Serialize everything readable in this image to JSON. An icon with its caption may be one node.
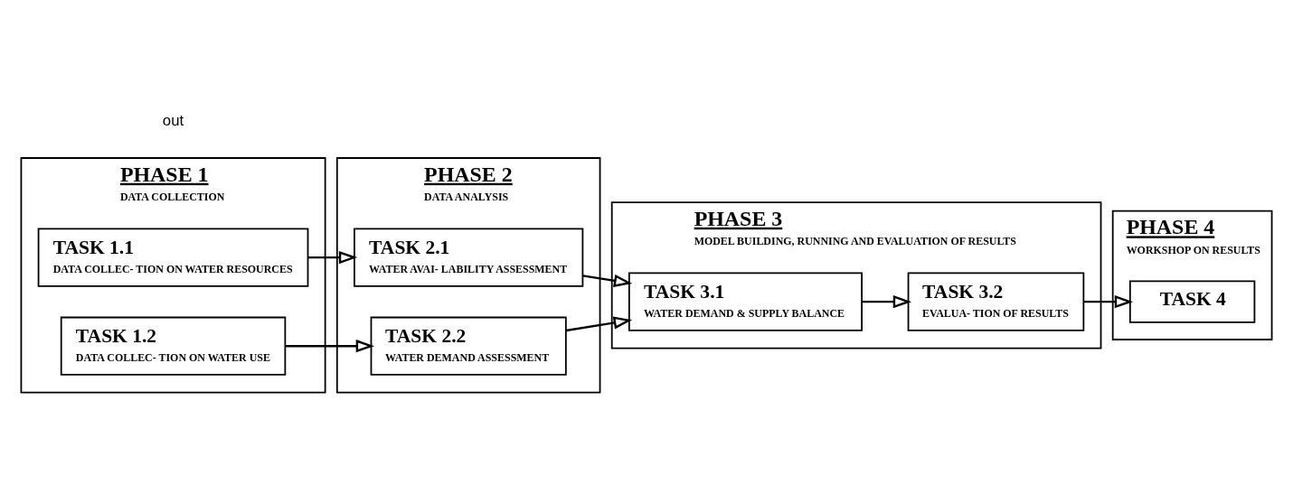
{
  "diagram": {
    "nodes": [
      {
        "text": [
          "PHASE 1",
          "DATA COLLECTION"
        ]
      },
      {
        "text": [
          "TASK 1.1",
          "DATA COLLEC- TION ON WATER RESOURCES"
        ],
        "in": 0
      },
      {
        "text": [
          "TASK 1.2",
          "DATA COLLEC- TION ON WATER USE"
        ],
        "in": 0
      },
      {
        "text": [
          "PHASE 2",
          "DATA ANALYSIS"
        ]
      },
      {
        "text": [
          "TASK 2.1",
          "WATER AVAI- LABILITY ASSESSMENT"
        ],
        "in": 3
      },
      {
        "text": [
          "TASK 2.2",
          "WATER DEMAND ASSESSMENT"
        ],
        "in": 3
      },
      {
        "text": [
          "PHASE 3",
          "MODEL BUILDING, RUNNING AND EVALUATION OF RESULTS"
        ]
      },
      {
        "text": [
          "TASK 3.1",
          "WATER DEMAND & SUPPLY BALANCE"
        ],
        "in": 6
      },
      {
        "text": [
          "TASK 3.2",
          "EVALUA- TION OF RESULTS"
        ],
        "in": 6
      },
      {
        "text": [
          "PHASE 4",
          "WORKSHOP ON RESULTS"
        ]
      },
      {
        "text": [
          "TASK 4"
        ],
        "in": 9
      }
    ],
    "edges": [
      {
        "from": 1,
        "to": 4,
        "arrow": "to"
      },
      {
        "from": 2,
        "to": 5,
        "arrow": "to"
      },
      {
        "from": 4,
        "to": 7,
        "arrow": "to"
      },
      {
        "from": 5,
        "to": 7,
        "arrow": "to"
      },
      {
        "from": 7,
        "to": 8,
        "arrow": "to"
      },
      {
        "from": 8,
        "to": 10,
        "arrow": "to"
      }
    ],
    "labels": [
      "out"
    ]
  }
}
